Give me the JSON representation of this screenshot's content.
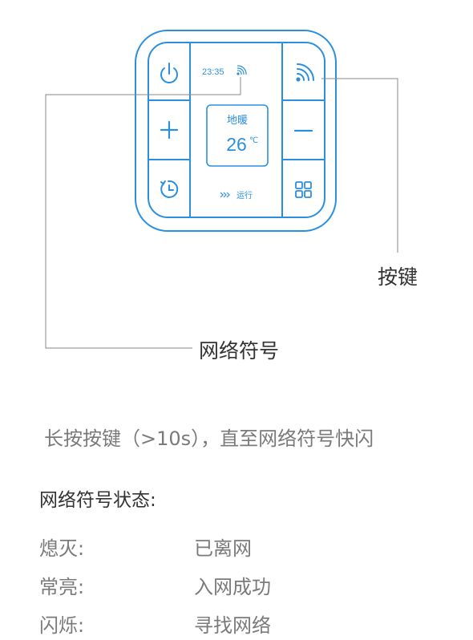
{
  "device": {
    "time": "23:35",
    "mode": "地暖",
    "temperature": "26",
    "unit": "℃",
    "running_label": "运行",
    "accent_color": "#2b8fe0"
  },
  "callouts": {
    "button": "按键",
    "network_symbol": "网络符号"
  },
  "instruction": "长按按键（>10s），直至网络符号快闪",
  "status": {
    "title": "网络符号状态:",
    "rows": [
      {
        "state": "熄灭:",
        "meaning": "已离网"
      },
      {
        "state": "常亮:",
        "meaning": "入网成功"
      },
      {
        "state": "闪烁:",
        "meaning": "寻找网络"
      }
    ]
  }
}
